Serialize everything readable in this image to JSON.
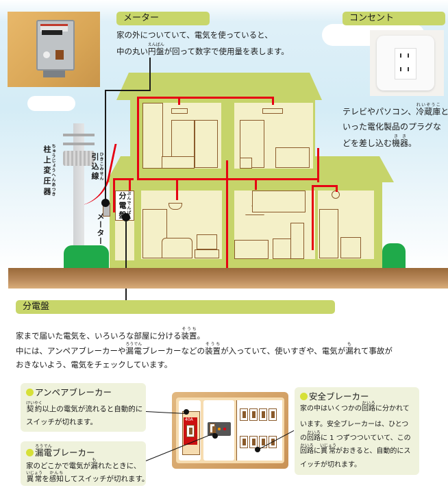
{
  "meter_section": {
    "title": "メーター",
    "line1": "家の外についていて、電気を使っていると、",
    "line2_before": "中の丸い",
    "line2_ruby_base": "円盤",
    "line2_ruby_text": "えんばん",
    "line2_after": "が回って数字で使用量を表します。"
  },
  "outlet_section": {
    "title": "コンセント",
    "line1_before": "テレビやパソコン、",
    "line1_ruby_base": "冷蔵庫",
    "line1_ruby_text": "れいぞうこ",
    "line1_after": "と",
    "line2": "いった電化製品のプラグな",
    "line3_before": "どを差し込む",
    "line3_ruby_base": "機器",
    "line3_ruby_text": "きき",
    "line3_after": "。"
  },
  "diagram_labels": {
    "transformer": "柱上変圧器",
    "transformer_ruby": "ちゅうじょうへんあつき",
    "service_wire": "引込線",
    "service_wire_ruby": "ひきこみせん",
    "meter": "メーター",
    "panel": "分電盤",
    "panel_ruby": "ぶんでんばん"
  },
  "panel_section": {
    "title": "分電盤",
    "para1_before": "家まで届いた電気を、いろいろな部屋に分ける",
    "para1_ruby_base": "装置",
    "para1_ruby_text": "そうち",
    "para1_after": "。",
    "para2_a": "中には、アンペアブレーカーや",
    "para2_ruby1_base": "漏電",
    "para2_ruby1_text": "ろうでん",
    "para2_b": "ブレーカーなどの",
    "para2_ruby2_base": "装置",
    "para2_ruby2_text": "そうち",
    "para2_c": "が入っていて、使いすぎや、電気が",
    "para2_ruby3_base": "漏",
    "para2_ruby3_text": "も",
    "para2_d": "れて事故が",
    "para3": "おきないよう、電気をチェックしています。"
  },
  "breakers": {
    "ampere": {
      "title": "アンペアブレーカー",
      "ruby_base": "契約",
      "ruby_text": "けいやく",
      "line1_after": "以上の電気が流れると自動的に",
      "line2": "スイッチが切れます。"
    },
    "leakage": {
      "title_ruby_base": "漏電",
      "title_ruby_text": "ろうでん",
      "title_after": "ブレーカー",
      "line1_before": "家のどこかで電気が",
      "line1_ruby_base": "漏",
      "line1_ruby_text": "も",
      "line1_after": "れたときに、",
      "line2_ruby1_base": "異常",
      "line2_ruby1_text": "いじょう",
      "line2_mid": "を",
      "line2_ruby2_base": "感知",
      "line2_ruby2_text": "かんち",
      "line2_after": "してスイッチが切れます。"
    },
    "safety": {
      "title": "安全ブレーカー",
      "line1_before": "家の中はいくつかの",
      "line1_ruby_base": "回路",
      "line1_ruby_text": "かいろ",
      "line1_after": "に分かれて",
      "line2": "います。安全ブレーカーは、ひとつ",
      "line3_before": "の",
      "line3_ruby_base": "回路",
      "line3_ruby_text": "かいろ",
      "line3_after": "に 1 つずつついていて、この",
      "line4_ruby1_base": "回路",
      "line4_ruby1_text": "かいろ",
      "line4_mid": "に",
      "line4_ruby2_base": "異常",
      "line4_ruby2_text": "いじょう",
      "line4_after": "がおきると、自動的にス",
      "line5": "イッチが切れます。"
    }
  },
  "panel_illustration": {
    "ampere_rating": "40A"
  },
  "colors": {
    "accent_green": "#c8d66a",
    "wire_red": "#e60012",
    "house_green": "#c6d46a",
    "room_cream": "#f4f0c8",
    "ground_brown": "#9a6a3a",
    "bubble_bg": "#eff2dc",
    "bullet_yellow": "#d6e038"
  }
}
